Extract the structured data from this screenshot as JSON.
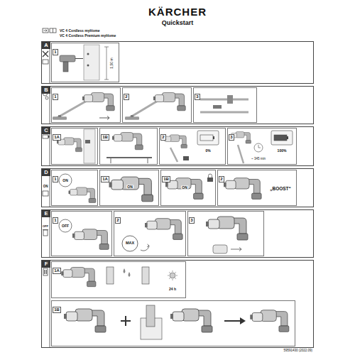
{
  "diagram": {
    "title": "Quickstart",
    "nodes": [
      {
        "text": [
          "A"
        ]
      },
      {
        "text": [
          "1"
        ],
        "in": 0
      },
      {
        "text": [
          "B"
        ]
      },
      {
        "text": [
          "1"
        ],
        "in": 2
      },
      {
        "text": [
          "2"
        ],
        "in": 2
      },
      {
        "text": [
          "3"
        ],
        "in": 2
      },
      {
        "text": [
          "C"
        ]
      },
      {
        "text": [
          "1A"
        ],
        "in": 6
      },
      {
        "text": [
          "1B"
        ],
        "in": 6
      },
      {
        "text": [
          "2"
        ],
        "in": 6
      },
      {
        "text": [
          "3"
        ],
        "in": 6
      },
      {
        "text": [
          "D"
        ]
      },
      {
        "text": [
          "1"
        ],
        "in": 11
      },
      {
        "text": [
          "1A"
        ],
        "in": 11
      },
      {
        "text": [
          "1B"
        ],
        "in": 11
      },
      {
        "text": [
          "2"
        ],
        "in": 11
      },
      {
        "text": [
          "E"
        ]
      },
      {
        "text": [
          "1"
        ],
        "in": 16
      },
      {
        "text": [
          "2"
        ],
        "in": 16
      },
      {
        "text": [
          "3"
        ],
        "in": 16
      },
      {
        "text": [
          "F"
        ]
      },
      {
        "text": [
          "1A"
        ],
        "in": 20
      },
      {
        "text": [
          "1B"
        ],
        "in": 20
      }
    ],
    "labels": [
      "KÄRCHER",
      "VC 4 Cordless myHome",
      "VC 4 Cordless Premium myHome",
      "1,50 m",
      "0%",
      "~ 345 min",
      "100%",
      "ON",
      "ON",
      "ON",
      "ON",
      "„BOOST“",
      "OFF",
      "OFF",
      "MAX",
      "24 h",
      "59591430 (2022.09)"
    ]
  }
}
